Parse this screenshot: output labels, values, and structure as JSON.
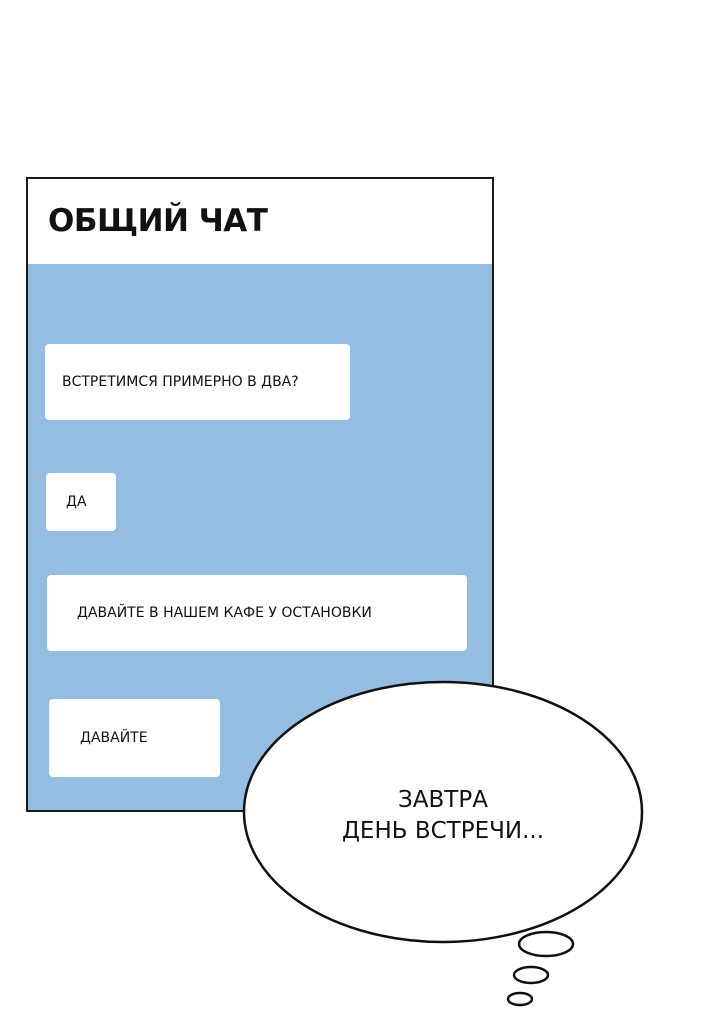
{
  "chat": {
    "title": "ОБЩИЙ ЧАТ",
    "messages": [
      {
        "text": "ВСТРЕТИМСЯ ПРИМЕРНО В ДВА?"
      },
      {
        "text": "ДА"
      },
      {
        "text": "ДАВАЙТЕ В НАШЕМ КАФЕ У ОСТАНОВКИ"
      },
      {
        "text": "ДАВАЙТЕ"
      }
    ]
  },
  "thought": {
    "line1": "ЗАВТРА",
    "line2": "ДЕНЬ ВСТРЕЧИ..."
  },
  "colors": {
    "chat_background": "#94bde1",
    "bubble": "#ffffff",
    "border": "#1a1a1a"
  }
}
